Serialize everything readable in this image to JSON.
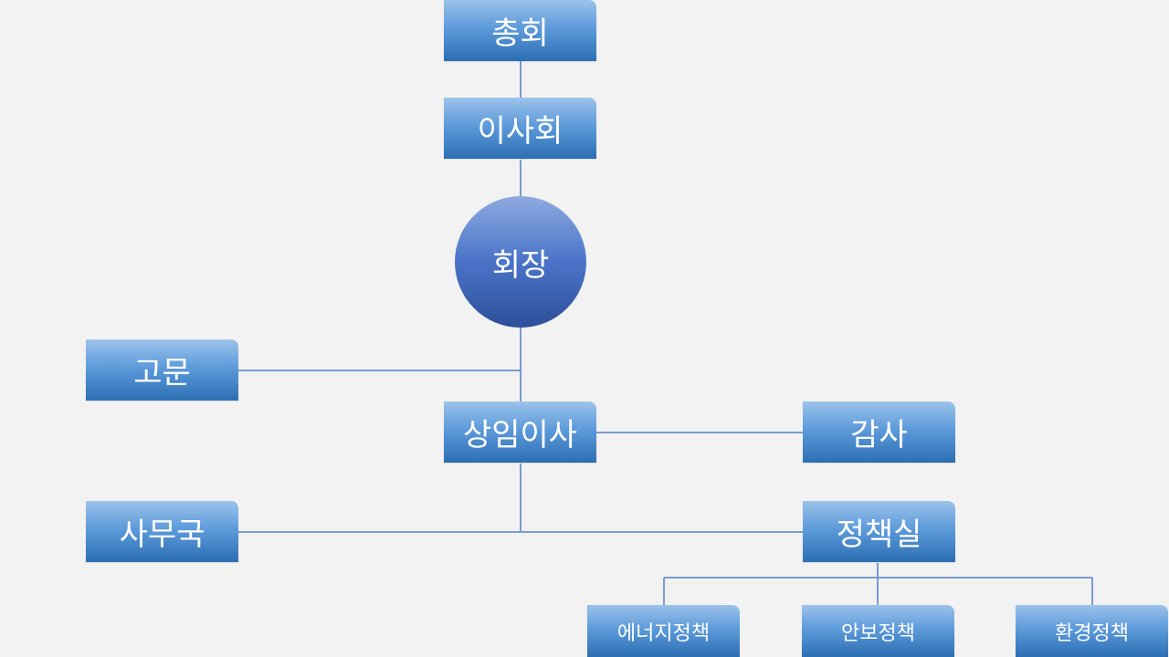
{
  "org_chart": {
    "assembly": "총회",
    "board": "이사회",
    "chairman": "회장",
    "advisor": "고문",
    "executive_director": "상임이사",
    "auditor": "감사",
    "secretariat": "사무국",
    "policy_office": "정책실",
    "energy_policy": "에너지정책",
    "security_policy": "안보정책",
    "environment_policy": "환경정책"
  },
  "colors": {
    "background": "#f2f2f2",
    "box_top": "#9cc3ea",
    "box_bottom": "#2c6fb3",
    "circle_top": "#8eaae0",
    "circle_bottom": "#2e4f99",
    "connector": "#7b9bd1",
    "text": "#ffffff"
  }
}
